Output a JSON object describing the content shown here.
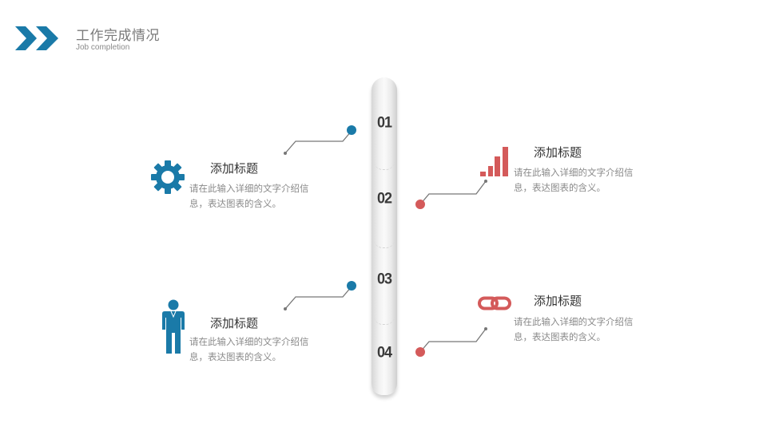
{
  "header": {
    "title": "工作完成情况",
    "subtitle": "Job completion",
    "logo_icon": "double-chevron-right-icon",
    "accent_color": "#1a7aa8"
  },
  "timeline": {
    "numbers": [
      "01",
      "02",
      "03",
      "04"
    ]
  },
  "items": [
    {
      "title": "添加标题",
      "desc": "请在此输入详细的文字介绍信息，表达图表的含义。",
      "icon": "gear-icon",
      "color": "#1a7aa8"
    },
    {
      "title": "添加标题",
      "desc": "请在此输入详细的文字介绍信息，表达图表的含义。",
      "icon": "bar-chart-icon",
      "color": "#d45a5a"
    },
    {
      "title": "添加标题",
      "desc": "请在此输入详细的文字介绍信息，表达图表的含义。",
      "icon": "person-icon",
      "color": "#1a7aa8"
    },
    {
      "title": "添加标题",
      "desc": "请在此输入详细的文字介绍信息，表达图表的含义。",
      "icon": "link-icon",
      "color": "#d45a5a"
    }
  ]
}
